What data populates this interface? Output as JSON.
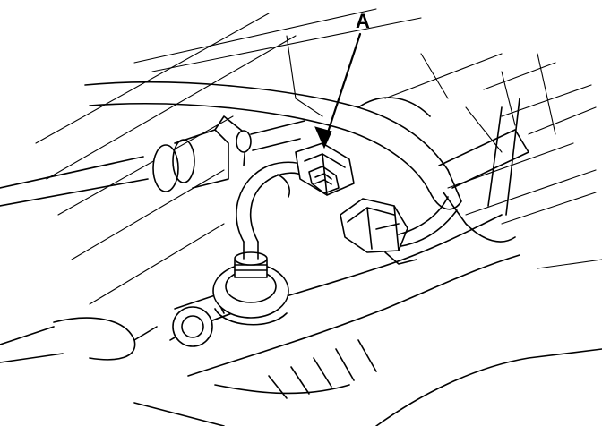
{
  "diagram": {
    "callout": {
      "label": "A"
    },
    "parts": [
      "sensor-connector",
      "mating-connector",
      "sensor-harness",
      "oxygen-sensor",
      "hoses",
      "exhaust-manifold"
    ]
  },
  "colors": {
    "ink": "#000000",
    "paper": "#ffffff"
  }
}
